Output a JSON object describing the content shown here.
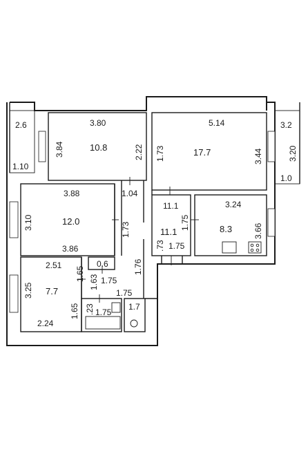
{
  "plan": {
    "rooms": [
      {
        "id": "balcony-left",
        "area": "",
        "dims": [
          "2.6",
          "1.10"
        ]
      },
      {
        "id": "room-top-left",
        "area": "10.8",
        "dims": [
          "3.80",
          "3.84",
          "2.22"
        ]
      },
      {
        "id": "room-top-right",
        "area": "17.7",
        "dims": [
          "5.14",
          "1.73",
          "3.44"
        ]
      },
      {
        "id": "balcony-right",
        "area": "",
        "dims": [
          "3.2",
          "3.20",
          "1.0"
        ]
      },
      {
        "id": "room-middle-left",
        "area": "12.0",
        "dims": [
          "3.88",
          "3.10",
          "3.86",
          "1.73"
        ]
      },
      {
        "id": "hall-small",
        "area": "",
        "dims": [
          "1.04"
        ]
      },
      {
        "id": "corridor",
        "area": "11.1",
        "dims": [
          "11.1",
          "1.75",
          ".73",
          "1.75"
        ]
      },
      {
        "id": "kitchen",
        "area": "8.3",
        "dims": [
          "3.24",
          "3.66"
        ]
      },
      {
        "id": "room-bottom-left",
        "area": "7.7",
        "dims": [
          "2.51",
          "3.25",
          "1.65",
          "1.65",
          "2.24"
        ]
      },
      {
        "id": "closet",
        "area": "",
        "dims": [
          "0.6",
          "1.63",
          "1.75"
        ]
      },
      {
        "id": "bathroom",
        "area": "",
        "dims": [
          "1.75",
          ".23",
          "1.75"
        ]
      },
      {
        "id": "toilet",
        "area": "",
        "dims": [
          "1.7"
        ]
      },
      {
        "id": "hall-long",
        "area": "",
        "dims": [
          "1.76"
        ]
      }
    ]
  }
}
